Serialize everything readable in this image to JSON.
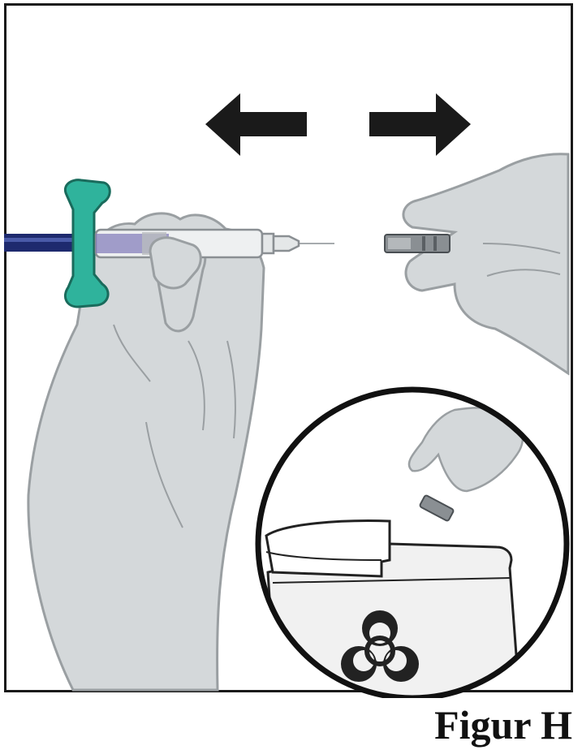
{
  "figure": {
    "caption": "Figur H",
    "colors": {
      "frame": "#1a1a1a",
      "glove": "#d4d8da",
      "glove_outline": "#9a9fa2",
      "plunger_handle": "#2fb39c",
      "plunger_rod": "#1e2a6e",
      "syringe_barrel": "#eef0f1",
      "needle_cap": "#8a8f93",
      "container": "#f1f1f1"
    },
    "icons": {
      "left_arrow": "arrow-left",
      "right_arrow": "arrow-right",
      "inset": "sharps-disposal-inset",
      "biohazard": "biohazard-symbol"
    }
  }
}
